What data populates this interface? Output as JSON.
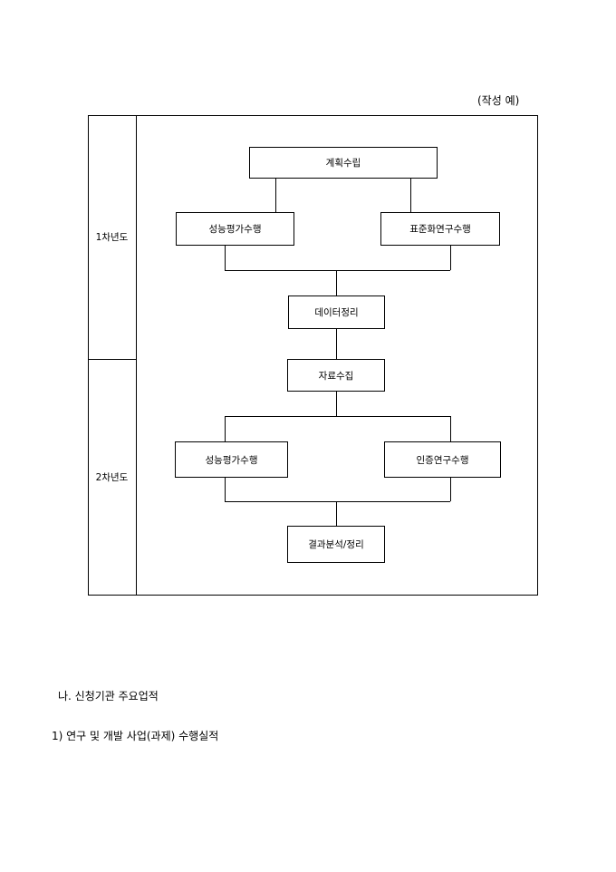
{
  "note": "(작성 예)",
  "chart": {
    "years": [
      "1차년도",
      "2차년도"
    ],
    "steps": {
      "plan": "계획수립",
      "perf_eval_1": "성능평가수행",
      "standard_research": "표준화연구수행",
      "data_org": "데이터정리",
      "collect": "자료수집",
      "perf_eval_2": "성능평가수행",
      "cert_research": "인증연구수행",
      "result": "결과분석/정리"
    }
  },
  "section_heading": "나. 신청기관 주요업적",
  "subsection_heading": "1) 연구 및 개발 사업(과제) 수행실적"
}
